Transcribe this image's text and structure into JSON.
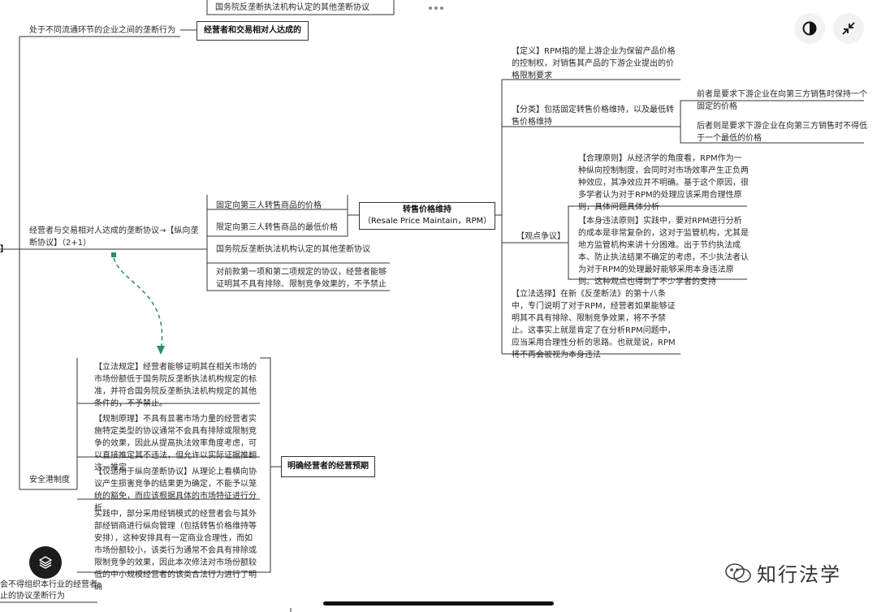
{
  "nodes": {
    "top_other": "国务院反垄断执法机构认定的其他垄断协议",
    "non_circ": "处于不同流通环节的企业之间的垄断行为",
    "box_counterparty": "经营者和交易相对人达成的",
    "vertical": "经营者与交易相对人达成的垄断协议→【纵向垄断协议】（2+1）",
    "fixed_price": "固定向第三人转售商品的价格",
    "min_price": "限定向第三人转售商品的最低价格",
    "other_agreement": "国务院反垄断执法机构认定的其他垄断协议",
    "exemption": "对前款第一项和第二项规定的协议，经营者能够证明其不具有排除、限制竞争效果的，不予禁止",
    "rpm_title": "转售价格维持",
    "rpm_sub": "（Resale Price Maintain，RPM）",
    "rpm_def": "【定义】RPM指的是上游企业为保留产品价格的控制权，对销售其产品的下游企业提出的价格限制要求",
    "rpm_class": "【分类】包括固定转售价格维持，以及最低转售价格维持",
    "class_a": "前者是要求下游企业在向第三方销售时保持一个固定的价格",
    "class_b": "后者则是要求下游企业在向第三方销售时不得低于一个最低的价格",
    "dispute": "【观点争议】",
    "reason_rule": "【合理原则】从经济学的角度看，RPM作为一种纵向控制制度，会同时对市场效率产生正负两种效应，其净效应并不明确。基于这个原因，很多学者认为对于RPM的处理应该采用合理性原则，具体问题具体分析",
    "per_se": "【本身违法原则】实践中，要对RPM进行分析的成本是非常复杂的，这对于监管机构，尤其是地方监管机构来讲十分困难。出于节约执法成本、防止执法结果不确定的考虑，不少执法者认为对于RPM的处理最好能够采用本身违法原则。这种观点也得到了不少学者的支持",
    "legis_choice": "【立法选择】在新《反垄断法》的第十八条中，专门说明了对于RPM，经营者如果能够证明其不具有排除、限制竞争效果，将不予禁止。这事实上就是肯定了在分析RPM问题中，应当采用合理性分析的思路。也就是说，RPM将不再会被视为本身违法",
    "safe_harbor": "安全港制度",
    "sh_rule": "【立法规定】经营者能够证明其在相关市场的市场份额低于国务院反垄断执法机构规定的标准，并符合国务院反垄断执法机构规定的其他条件的，不予禁止。",
    "sh_principle": "【规制原理】不具有显著市场力量的经营者实施特定类型的协议通常不会具有排除或限制竞争的效果，因此从提高执法效率角度考虑，可以直接推定其不违法，但允许以实际证据推翻这一推定",
    "sh_vertical": "【仅适用于纵向垄断协议】从理论上看横向协议产生损害竞争的结果更为确定，不能予以笼统的豁免，而应该根据具体的市场特征进行分析",
    "sh_practice": "实践中，部分采用经销模式的经营者会与其外部经销商进行纵向管理（包括转售价格维持等安排），这种安排具有一定商业合理性，而如市场份额较小，该类行为通常不会具有排除或限制竞争的效果，因此本次修法对市场份额较低的中小规模经营者的该类合法行为进行了明确",
    "box_expect": "明确经营者的经营预期",
    "bottom_left_1": "会不得组织本行业的经营者",
    "bottom_left_2": "止的协议垄断行为",
    "left_edge": "】"
  },
  "ui": {
    "more_icon": "more-dots-icon",
    "contrast_icon": "contrast-icon",
    "collapse_icon": "collapse-icon",
    "layers_icon": "layers-icon",
    "watermark": "知行法学",
    "accent_green": "#2e8b64"
  }
}
